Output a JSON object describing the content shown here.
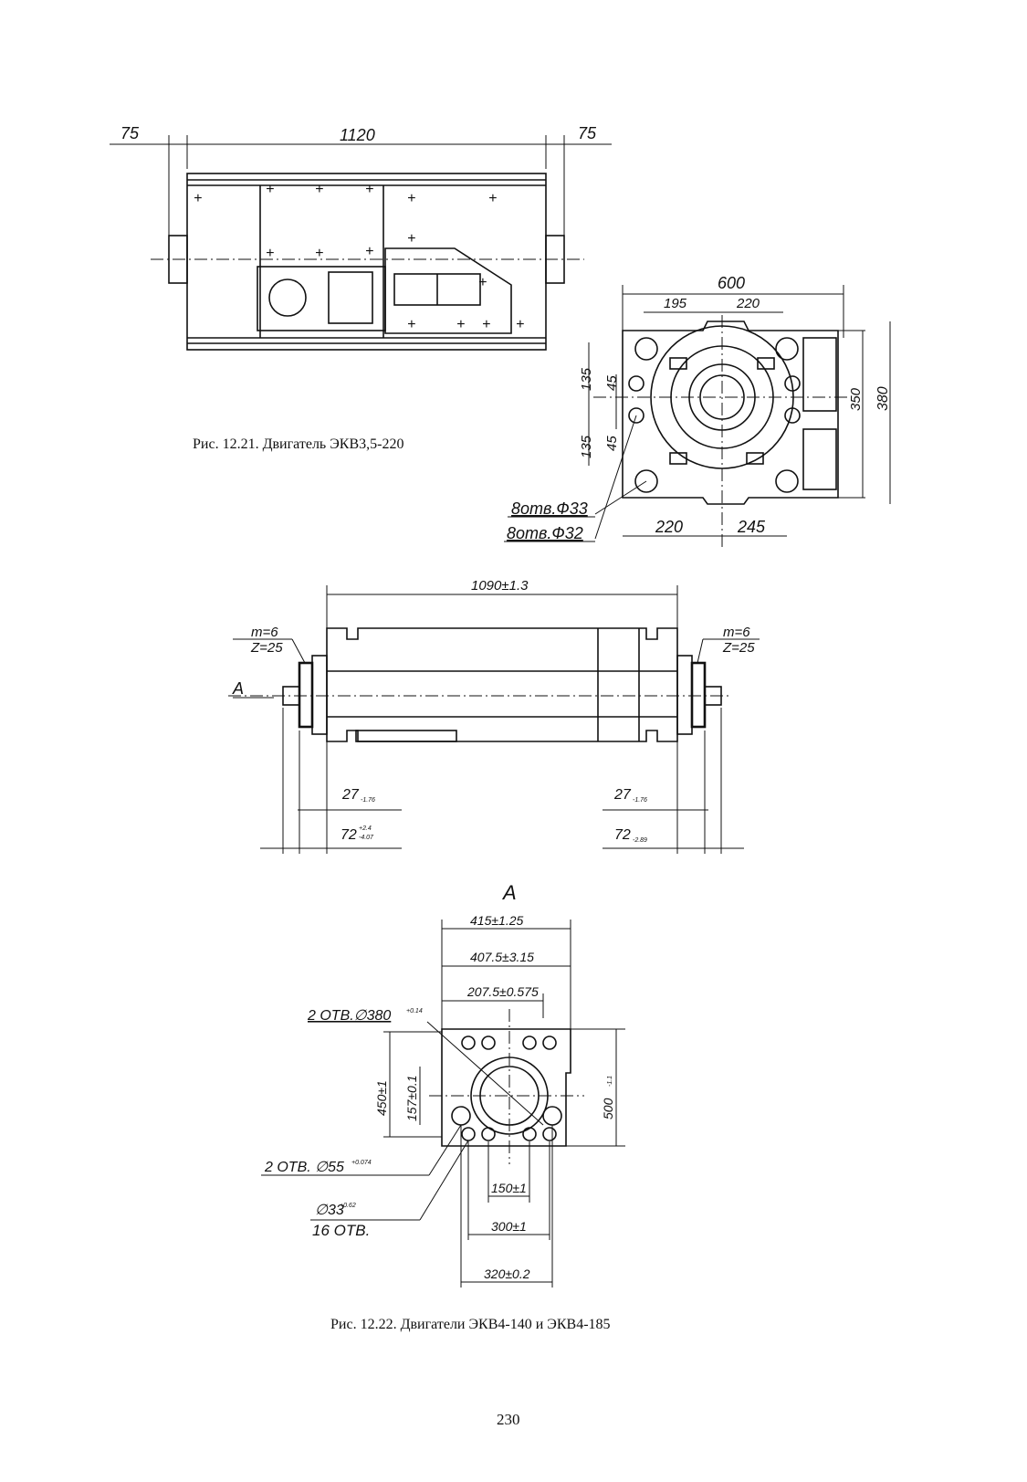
{
  "page_number": "230",
  "fig1": {
    "caption": "Рис. 12.21. Двигатель ЭКВ3,5-220",
    "dims": {
      "left_offset": "75",
      "length": "1120",
      "right_offset": "75",
      "width": "600",
      "d195": "195",
      "d220_top": "220",
      "d135_a": "135",
      "d45_a": "45",
      "d135_b": "135",
      "d45_b": "45",
      "d350": "350",
      "d380": "380",
      "d220_bottom": "220",
      "d245": "245",
      "holes_33": "8отв.Ф33",
      "holes_32": "8отв.Ф32"
    }
  },
  "fig2": {
    "caption": "Рис. 12.22. Двигатели ЭКВ4-140 и ЭКВ4-185",
    "dims": {
      "length": "1090±1.3",
      "m_left": "m=6",
      "z_left": "Z=25",
      "m_right": "m=6",
      "z_right": "Z=25",
      "view_arrow": "A",
      "d27_left": "27",
      "d27_left_tol": "-1.76",
      "d72_left": "72",
      "d72_left_tol_up": "+2.4",
      "d72_left_tol_down": "-4.07",
      "d27_right": "27",
      "d27_right_tol": "-1.76",
      "d72_right": "72",
      "d72_right_tol": "-2.89"
    },
    "view": {
      "title": "A",
      "d415": "415±1.25",
      "d407": "407.5±3.15",
      "d207": "207.5±0.575",
      "holes_380": "2 ОТВ.∅380",
      "holes_380_tol": "+0.14",
      "d450": "450±1",
      "d157": "157±0.1",
      "d500": "500",
      "d500_tol": "-1.1",
      "holes_55": "2 ОТВ. ∅55",
      "holes_55_tol": "+0.074",
      "holes_33": "∅33",
      "holes_33_tol": "+0.62",
      "holes_33_count": "16 ОТВ.",
      "d150": "150±1",
      "d300": "300±1",
      "d320": "320±0.2"
    }
  }
}
